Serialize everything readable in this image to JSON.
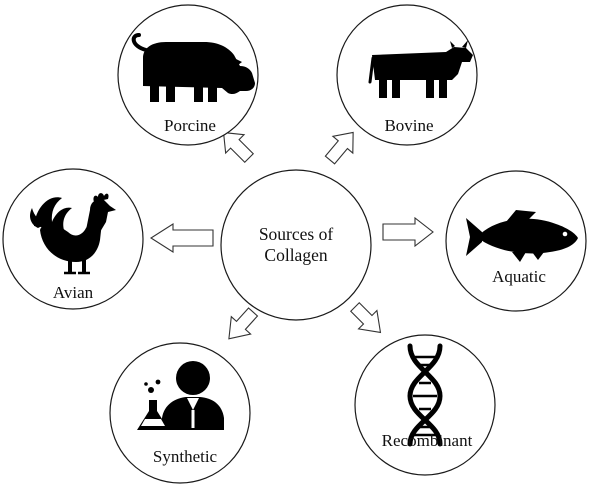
{
  "diagram": {
    "center": {
      "line1": "Sources of",
      "line2": "Collagen"
    },
    "nodes": [
      {
        "id": "porcine",
        "label": "Porcine",
        "icon": "pig-icon"
      },
      {
        "id": "bovine",
        "label": "Bovine",
        "icon": "cow-icon"
      },
      {
        "id": "avian",
        "label": "Avian",
        "icon": "rooster-icon"
      },
      {
        "id": "aquatic",
        "label": "Aquatic",
        "icon": "fish-icon"
      },
      {
        "id": "synthetic",
        "label": "Synthetic",
        "icon": "scientist-flask-icon"
      },
      {
        "id": "recombinant",
        "label": "Recombinant",
        "icon": "dna-helix-icon"
      }
    ],
    "colors": {
      "stroke": "#1a1a1a",
      "icon": "#000000",
      "background": "#ffffff"
    }
  }
}
